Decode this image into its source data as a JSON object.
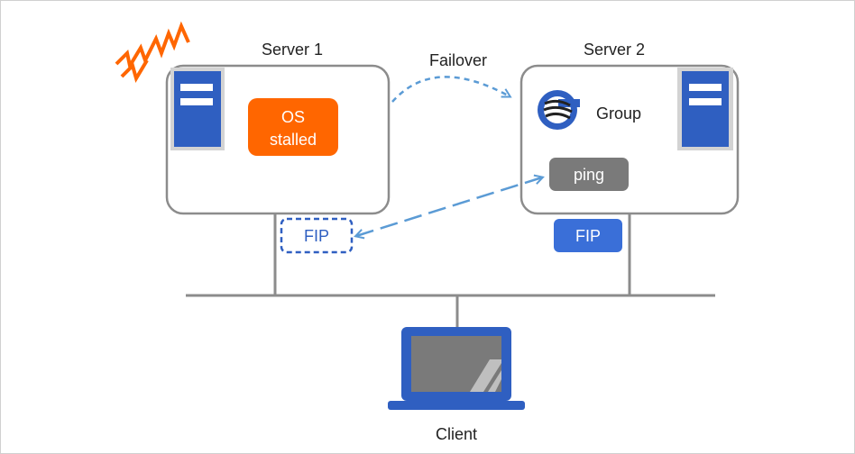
{
  "server1": {
    "label": "Server 1",
    "status_line1": "OS",
    "status_line2": "stalled"
  },
  "server2": {
    "label": "Server 2",
    "group_label": "Group",
    "ping_label": "ping"
  },
  "failover": {
    "label": "Failover"
  },
  "fip1": {
    "label": "FIP"
  },
  "fip2": {
    "label": "FIP"
  },
  "client": {
    "label": "Client"
  },
  "colors": {
    "server_blue": "#2f5fc1",
    "server_panel": "#d3d3d3",
    "stalled_orange": "#ff6600",
    "ping_gray": "#7a7a7a",
    "fip_blue": "#3a6fd8",
    "arrow_blue": "#5b9bd5",
    "frame_gray": "#8c8c8c",
    "alert_orange": "#ff6600"
  },
  "icons": [
    "alert-zigzag-icon",
    "server-rack-icon",
    "group-logo-icon",
    "laptop-icon"
  ]
}
